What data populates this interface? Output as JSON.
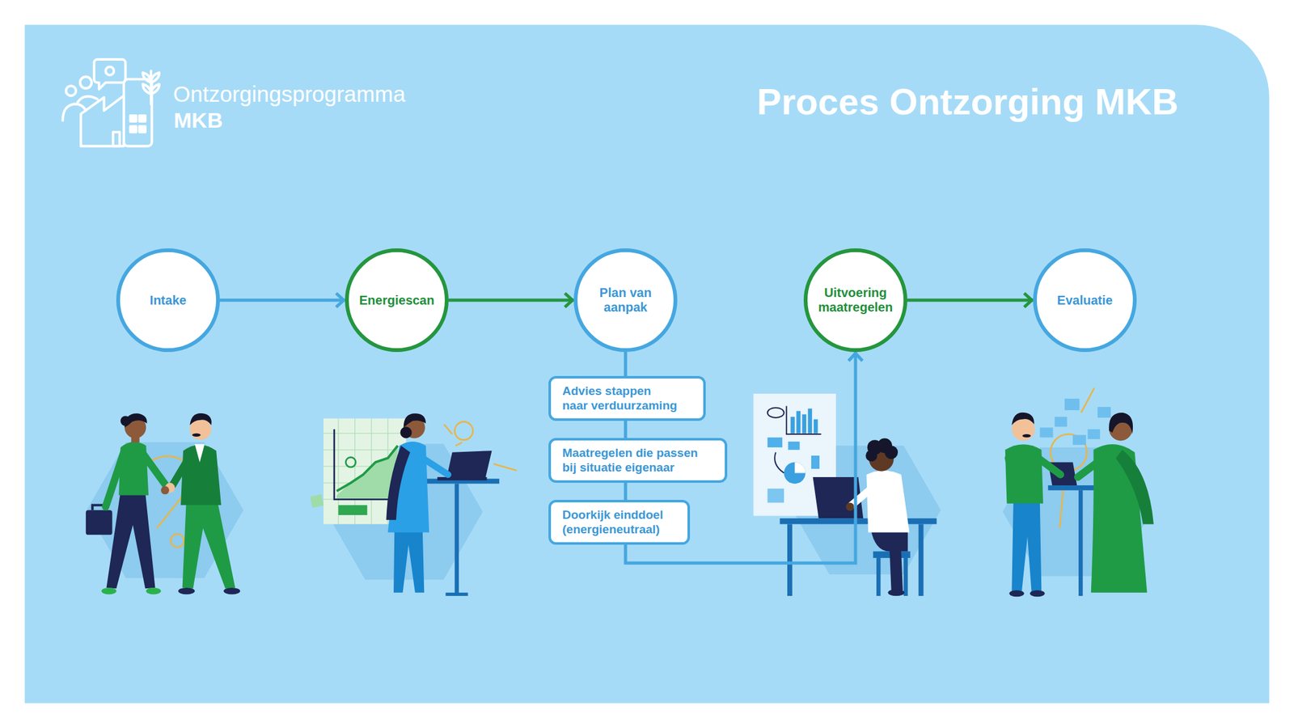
{
  "diagram": {
    "title": "Proces Ontzorging MKB",
    "nodes": [
      {
        "text": [
          "Intake"
        ]
      },
      {
        "text": [
          "Energiescan"
        ]
      },
      {
        "text": [
          "Plan van aanpak"
        ]
      },
      {
        "text": [
          "Uitvoering maatregelen"
        ]
      },
      {
        "text": [
          "Evaluatie"
        ]
      },
      {
        "text": [
          "Advies stappen naar verduurzaming"
        ]
      },
      {
        "text": [
          "Maatregelen die passen bij situatie eigenaar"
        ]
      },
      {
        "text": [
          "Doorkijk einddoel (energieneutraal)"
        ]
      }
    ],
    "edges": [
      {
        "from": 0,
        "to": 1,
        "arrow": "to"
      },
      {
        "from": 1,
        "to": 2,
        "arrow": "to"
      },
      {
        "from": 2,
        "to": 5,
        "arrow": "none"
      },
      {
        "from": 5,
        "to": 6,
        "arrow": "none"
      },
      {
        "from": 6,
        "to": 7,
        "arrow": "none"
      },
      {
        "from": 7,
        "to": 3,
        "arrow": "to"
      },
      {
        "from": 3,
        "to": 4,
        "arrow": "to"
      }
    ],
    "labels": [
      "Ontzorgingsprogramma",
      "MKB"
    ]
  }
}
